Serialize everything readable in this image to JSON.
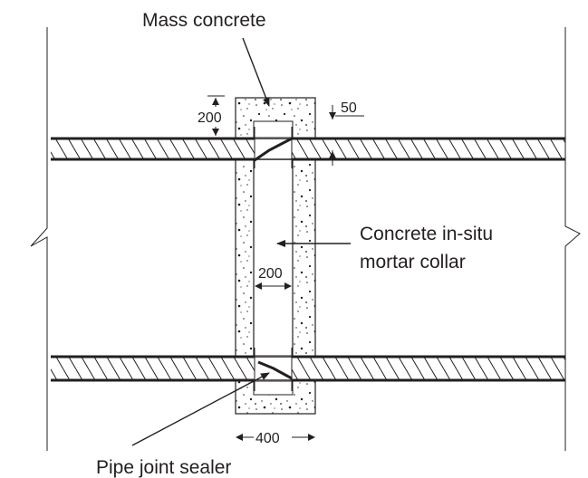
{
  "labels": {
    "mass_concrete": "Mass concrete",
    "collar_line1": "Concrete in-situ",
    "collar_line2": "mortar collar",
    "pipe_joint_sealer": "Pipe joint sealer"
  },
  "dimensions": {
    "cap_height": "200",
    "cap_cover": "50",
    "gap_width": "200",
    "collar_width": "400"
  },
  "colors": {
    "ink": "#231f20",
    "background": "#ffffff"
  }
}
